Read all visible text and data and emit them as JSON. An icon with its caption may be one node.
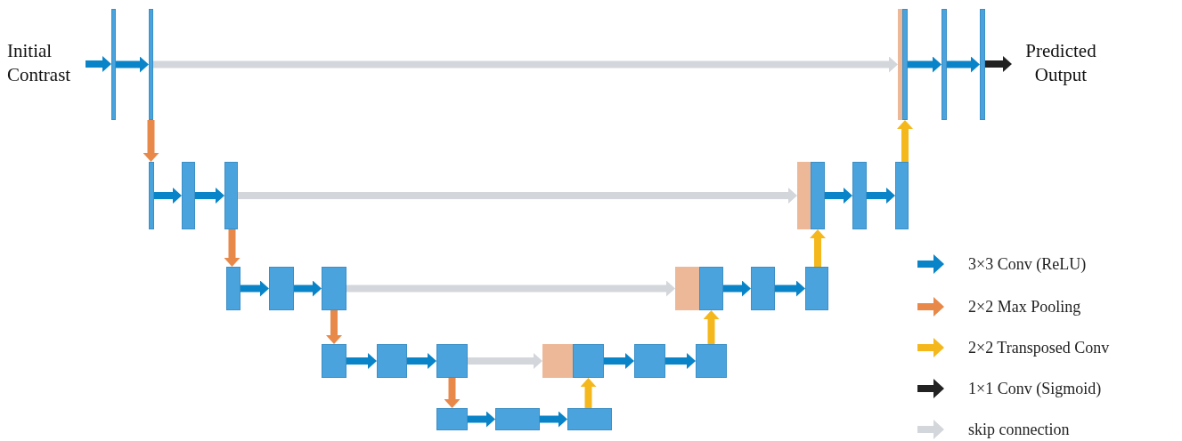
{
  "diagram": {
    "nodes": [
      {
        "text": [
          "Initial Contrast"
        ]
      },
      {
        "text": [],
        "shape": "bar"
      },
      {
        "text": [],
        "shape": "bar"
      },
      {
        "text": [],
        "shape": "bar"
      },
      {
        "text": [],
        "shape": "bar"
      },
      {
        "text": [],
        "shape": "bar"
      },
      {
        "text": [],
        "shape": "bar"
      },
      {
        "text": [
          "Predicted Output"
        ]
      },
      {
        "text": [],
        "shape": "bar"
      },
      {
        "text": [],
        "shape": "bar"
      },
      {
        "text": [],
        "shape": "bar"
      },
      {
        "text": [],
        "shape": "bar"
      },
      {
        "text": [],
        "shape": "bar"
      },
      {
        "text": [],
        "shape": "bar"
      },
      {
        "text": [],
        "shape": "bar"
      },
      {
        "text": [],
        "shape": "bar"
      },
      {
        "text": [],
        "shape": "bar"
      },
      {
        "text": [],
        "shape": "bar"
      },
      {
        "text": [],
        "shape": "bar"
      },
      {
        "text": [],
        "shape": "bar"
      },
      {
        "text": [],
        "shape": "bar"
      },
      {
        "text": [],
        "shape": "bar"
      },
      {
        "text": [],
        "shape": "bar"
      },
      {
        "text": [],
        "shape": "bar"
      },
      {
        "text": [],
        "shape": "bar"
      },
      {
        "text": [],
        "shape": "bar"
      },
      {
        "text": [],
        "shape": "bar"
      },
      {
        "text": [],
        "shape": "bar"
      },
      {
        "text": [],
        "shape": "bar"
      },
      {
        "text": [],
        "shape": "bar"
      },
      {
        "text": [],
        "shape": "bar"
      },
      {
        "text": [],
        "shape": "bar"
      }
    ],
    "edges": [
      {
        "from": 0,
        "to": 1,
        "arrow": "to"
      },
      {
        "from": 1,
        "to": 2,
        "arrow": "to"
      },
      {
        "from": 2,
        "to": 3,
        "arrow": "to",
        "color": "#d3d6db"
      },
      {
        "from": 4,
        "to": 5,
        "arrow": "to"
      },
      {
        "from": 5,
        "to": 6,
        "arrow": "to"
      },
      {
        "from": 6,
        "to": 7,
        "arrow": "to",
        "color": "#222222"
      },
      {
        "from": 2,
        "to": 8,
        "arrow": "to",
        "color": "#e8894a"
      },
      {
        "from": 8,
        "to": 9,
        "arrow": "to"
      },
      {
        "from": 9,
        "to": 10,
        "arrow": "to"
      },
      {
        "from": 10,
        "to": 11,
        "arrow": "to",
        "color": "#d3d6db"
      },
      {
        "from": 12,
        "to": 13,
        "arrow": "to"
      },
      {
        "from": 13,
        "to": 14,
        "arrow": "to"
      },
      {
        "from": 14,
        "to": 4,
        "arrow": "to",
        "color": "#f5b81c"
      },
      {
        "from": 10,
        "to": 15,
        "arrow": "to",
        "color": "#e8894a"
      },
      {
        "from": 15,
        "to": 16,
        "arrow": "to"
      },
      {
        "from": 16,
        "to": 17,
        "arrow": "to"
      },
      {
        "from": 17,
        "to": 18,
        "arrow": "to",
        "color": "#d3d6db"
      },
      {
        "from": 19,
        "to": 20,
        "arrow": "to"
      },
      {
        "from": 20,
        "to": 21,
        "arrow": "to"
      },
      {
        "from": 21,
        "to": 12,
        "arrow": "to",
        "color": "#f5b81c"
      },
      {
        "from": 17,
        "to": 22,
        "arrow": "to",
        "color": "#e8894a"
      },
      {
        "from": 22,
        "to": 23,
        "arrow": "to"
      },
      {
        "from": 23,
        "to": 24,
        "arrow": "to"
      },
      {
        "from": 24,
        "to": 25,
        "arrow": "to",
        "color": "#d3d6db"
      },
      {
        "from": 26,
        "to": 27,
        "arrow": "to"
      },
      {
        "from": 27,
        "to": 28,
        "arrow": "to"
      },
      {
        "from": 28,
        "to": 19,
        "arrow": "to",
        "color": "#f5b81c"
      },
      {
        "from": 24,
        "to": 29,
        "arrow": "to",
        "color": "#e8894a"
      },
      {
        "from": 29,
        "to": 30,
        "arrow": "to"
      },
      {
        "from": 30,
        "to": 31,
        "arrow": "to"
      },
      {
        "from": 31,
        "to": 26,
        "arrow": "to",
        "color": "#f5b81c"
      }
    ],
    "legend": [
      {
        "text": "3×3 Conv (ReLU)",
        "color": "#0a84c8"
      },
      {
        "text": "2×2 Max Pooling",
        "color": "#e8894a"
      },
      {
        "text": "2×2 Transposed Conv",
        "color": "#f5b81c"
      },
      {
        "text": "1×1 Conv (Sigmoid)",
        "color": "#222222"
      },
      {
        "text": "skip connection",
        "color": "#d3d6db"
      }
    ]
  }
}
